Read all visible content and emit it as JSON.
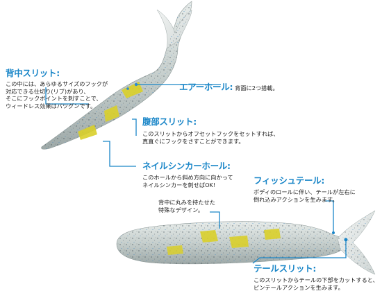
{
  "colors": {
    "accent": "#1a86c8",
    "text": "#222222",
    "lure_body": "#c7d0cf",
    "lure_yellow": "#d9cf2a"
  },
  "callouts": {
    "back_slit": {
      "title": "背中スリット",
      "colon": ":",
      "body": "この中には、あらゆるサイズのフックが\n対応できる仕切り(リブ)があり、\nそこにフックポイントを刺すことで、\nウィードレス効果はバツグンです。"
    },
    "air_hole": {
      "title": "エアーホール",
      "colon": ":",
      "body": "背面に2つ搭載。"
    },
    "belly_slit": {
      "title": "腹部スリット",
      "colon": ":",
      "body": "このスリットからオフセットフックをセットすれば、\n真直ぐにフックをさすことができます。"
    },
    "nail_sinker_hole": {
      "title": "ネイルシンカーホール",
      "colon": ":",
      "body": "このホールから斜め方向に向かって\nネイルシンカーを刺せばOK!"
    },
    "fish_tail": {
      "title": "フィッシュテール",
      "colon": ":",
      "body": "ボディのロールに伴い、テールが左右に\n倒れ込みアクションを生みます。"
    },
    "rounded_back": {
      "body": "背中に丸みを持たせた\n特殊なデザイン。"
    },
    "tail_slit": {
      "title": "テールスリット",
      "colon": ":",
      "body": "このスリットからテールの下部をカットすると、\nピンテールアクションを生みます。"
    }
  }
}
